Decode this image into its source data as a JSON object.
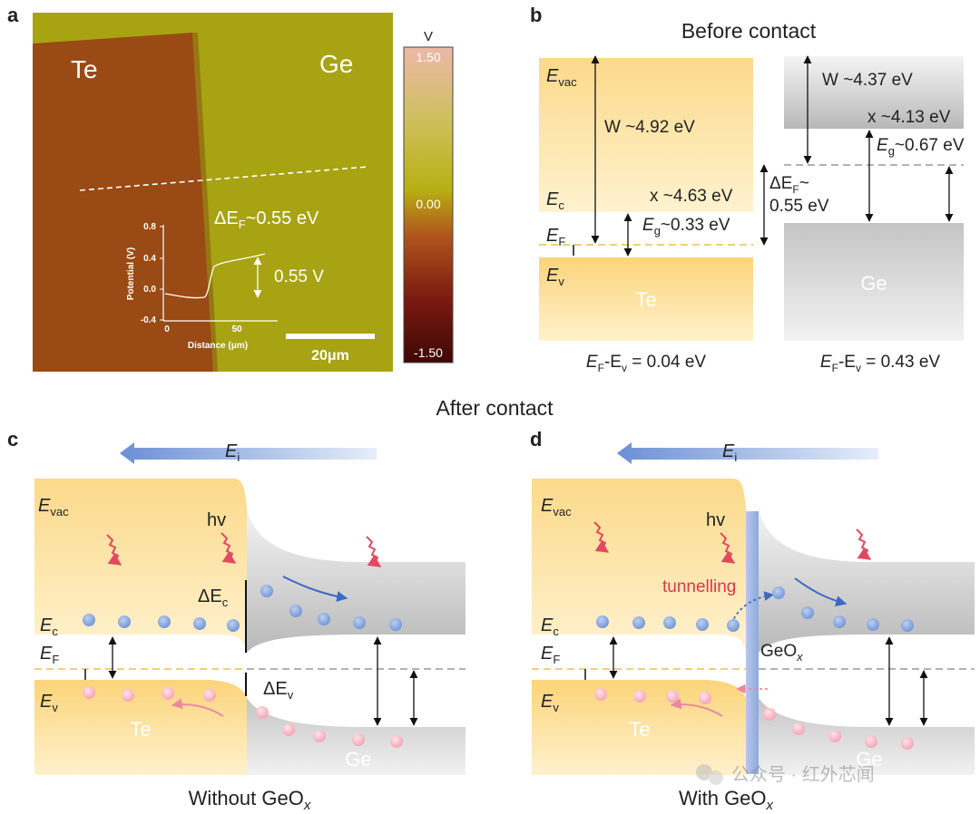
{
  "panels": {
    "a": {
      "letter": "a",
      "te_label": "Te",
      "ge_label": "Ge",
      "delta_ef": "ΔE",
      "delta_ef_sub": "F",
      "delta_ef_value": "~0.55 eV",
      "inset_value": "0.55 V",
      "inset_ylabel": "Potential (V)",
      "inset_xlabel": "Distance (μm)",
      "inset_yticks": [
        "0.8",
        "0.4",
        "0.0",
        "-0.4"
      ],
      "inset_xticks": [
        "0",
        "50"
      ],
      "scale_bar": "20μm",
      "colorbar_unit": "V",
      "colorbar_ticks": [
        "1.50",
        "0.00",
        "-1.50"
      ],
      "colors": {
        "te": "#9c4a12",
        "ge": "#a8a312",
        "colorbar_top": "#e9b7a6",
        "colorbar_mid": "#c2b81a",
        "colorbar_bottom": "#4a0a06"
      }
    },
    "b": {
      "letter": "b",
      "title": "Before contact",
      "te": {
        "evac_main": "E",
        "evac_sub": "vac",
        "w_label": "W ~4.92 eV",
        "ec_main": "E",
        "ec_sub": "c",
        "chi_label": "x ~4.63 eV",
        "eg_main": "E",
        "eg_sub": "g",
        "eg_value": "~0.33 eV",
        "ef_main": "E",
        "ef_sub": "F",
        "ev_main": "E",
        "ev_sub": "v",
        "name": "Te",
        "ef_ev": "E",
        "ef_ev_sub1": "F",
        "ef_ev_mid": "-E",
        "ef_ev_sub2": "v",
        "ef_ev_value": " = 0.04 eV"
      },
      "delta_ef_line1": "ΔE",
      "delta_ef_sub": "F",
      "delta_ef_tilde": "~",
      "delta_ef_line2": "0.55 eV",
      "ge": {
        "w_label": "W ~4.37 eV",
        "chi_label": "x ~4.13 eV",
        "eg_main": "E",
        "eg_sub": "g",
        "eg_value": "~0.67 eV",
        "name": "Ge",
        "ef_ev": "E",
        "ef_ev_sub1": "F",
        "ef_ev_mid": "-E",
        "ef_ev_sub2": "v",
        "ef_ev_value": " = 0.43 eV"
      }
    },
    "after_title": "After contact",
    "c": {
      "letter": "c",
      "field_main": "E",
      "field_sub": "i",
      "evac_main": "E",
      "evac_sub": "vac",
      "hv": "hv",
      "dec_main": "ΔE",
      "dec_sub": "c",
      "ec_main": "E",
      "ec_sub": "c",
      "ef_main": "E",
      "ef_sub": "F",
      "dev_main": "ΔE",
      "dev_sub": "v",
      "ev_main": "E",
      "ev_sub": "v",
      "te": "Te",
      "ge": "Ge",
      "caption_main": "Without GeO",
      "caption_sub": "x"
    },
    "d": {
      "letter": "d",
      "field_main": "E",
      "field_sub": "i",
      "evac_main": "E",
      "evac_sub": "vac",
      "hv": "hv",
      "tunnelling": "tunnelling",
      "ec_main": "E",
      "ec_sub": "c",
      "ef_main": "E",
      "ef_sub": "F",
      "ev_main": "E",
      "ev_sub": "v",
      "oxide_main": "GeO",
      "oxide_sub": "x",
      "te": "Te",
      "ge": "Ge",
      "caption_main": "With GeO",
      "caption_sub": "x"
    }
  },
  "watermark": "公众号 · 红外芯闻"
}
